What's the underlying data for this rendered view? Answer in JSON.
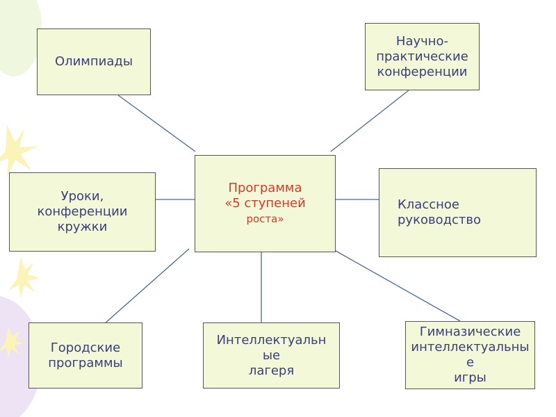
{
  "diagram": {
    "center": {
      "line1": "Программа",
      "line2": "«5 ступеней",
      "line3": "роста»"
    },
    "nodes": {
      "olympiads": "Олимпиады",
      "conferences": "Научно-\nпрактические\nконференции",
      "lessons": "Уроки,\nконференции\nкружки",
      "class_guidance": "Классное\nруководство",
      "city_programs": "Городские\nпрограммы",
      "camps": "Интеллектуальн\nые\nлагеря",
      "games": "Гимназические\nинтеллектуальны\nе\nигры"
    },
    "colors": {
      "box_fill": "#f2f8d8",
      "border": "#555555",
      "connector": "#4a6a8a",
      "text": "#3a3f7a",
      "center_text": "#d83a2a"
    }
  }
}
